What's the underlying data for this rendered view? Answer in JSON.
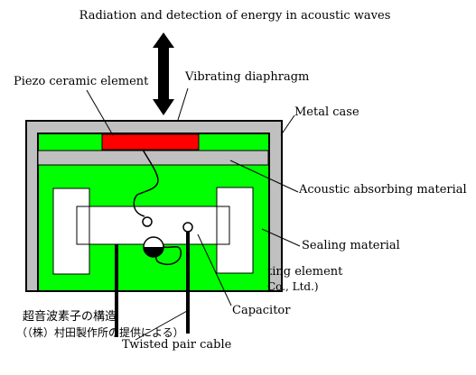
{
  "labels": {
    "title": "Radiation and detection of energy in acoustic waves",
    "piezo": "Piezo ceramic element",
    "diaphragm": "Vibrating diaphragm",
    "metal_case": "Metal case",
    "absorbing": "Acoustic absorbing material",
    "sealing": "Sealing material",
    "partial_element": "ting element",
    "partial_ltd": "Co., Ltd.)",
    "capacitor": "Capacitor",
    "cable": "Twisted pair cable",
    "jp_structure": "超音波素子の構造",
    "jp_credit": "（（株）村田製作所の提供による）"
  },
  "colors": {
    "case": "#c0c0c0",
    "fill": "#00ff00",
    "piezo": "#ff0000",
    "insert": "#ffffff",
    "line": "#000000"
  }
}
